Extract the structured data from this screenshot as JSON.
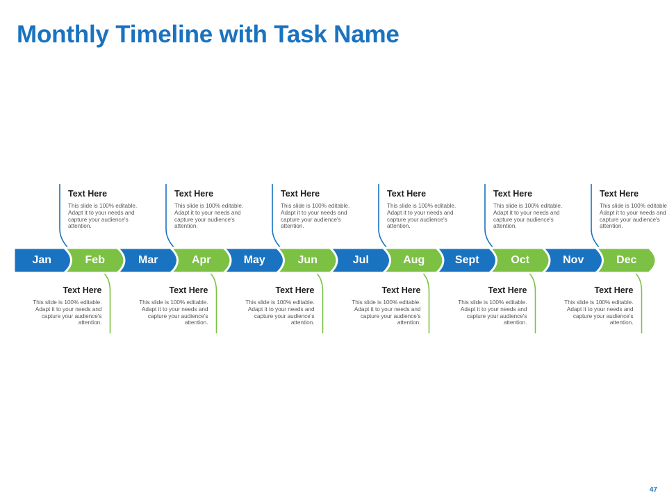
{
  "title": "Monthly Timeline with Task Name",
  "page_number": "47",
  "colors": {
    "blue": "#1a73c0",
    "green": "#7cc144",
    "title": "#1a73c0"
  },
  "months": [
    {
      "label": "Jan",
      "color": "blue"
    },
    {
      "label": "Feb",
      "color": "green"
    },
    {
      "label": "Mar",
      "color": "blue"
    },
    {
      "label": "Apr",
      "color": "green"
    },
    {
      "label": "May",
      "color": "blue"
    },
    {
      "label": "Jun",
      "color": "green"
    },
    {
      "label": "Jul",
      "color": "blue"
    },
    {
      "label": "Aug",
      "color": "green"
    },
    {
      "label": "Sept",
      "color": "blue"
    },
    {
      "label": "Oct",
      "color": "green"
    },
    {
      "label": "Nov",
      "color": "blue"
    },
    {
      "label": "Dec",
      "color": "green"
    }
  ],
  "top_cards": [
    {
      "heading": "Text Here",
      "body": "This slide is 100% editable. Adapt it to your needs and capture your audience's attention."
    },
    {
      "heading": "Text Here",
      "body": "This slide is 100% editable. Adapt it to your needs and capture your audience's attention."
    },
    {
      "heading": "Text Here",
      "body": "This slide is 100% editable. Adapt it to your needs and capture your audience's attention."
    },
    {
      "heading": "Text Here",
      "body": "This slide is 100% editable. Adapt it to your needs and capture your audience's attention."
    },
    {
      "heading": "Text Here",
      "body": "This slide is 100% editable. Adapt it to your needs and capture your audience's attention."
    },
    {
      "heading": "Text Here",
      "body": "This slide is 100% editable. Adapt it to your needs and capture your audience's attention."
    }
  ],
  "bottom_cards": [
    {
      "heading": "Text Here",
      "body": "This slide is 100% editable. Adapt it to your needs and capture your audience's attention."
    },
    {
      "heading": "Text Here",
      "body": "This slide is 100% editable. Adapt it to your needs and capture your audience's attention."
    },
    {
      "heading": "Text Here",
      "body": "This slide is 100% editable. Adapt it to your needs and capture your audience's attention."
    },
    {
      "heading": "Text Here",
      "body": "This slide is 100% editable. Adapt it to your needs and capture your audience's attention."
    },
    {
      "heading": "Text Here",
      "body": "This slide is 100% editable. Adapt it to your needs and capture your audience's attention."
    },
    {
      "heading": "Text Here",
      "body": "This slide is 100% editable. Adapt it to your needs and capture your audience's attention."
    }
  ]
}
